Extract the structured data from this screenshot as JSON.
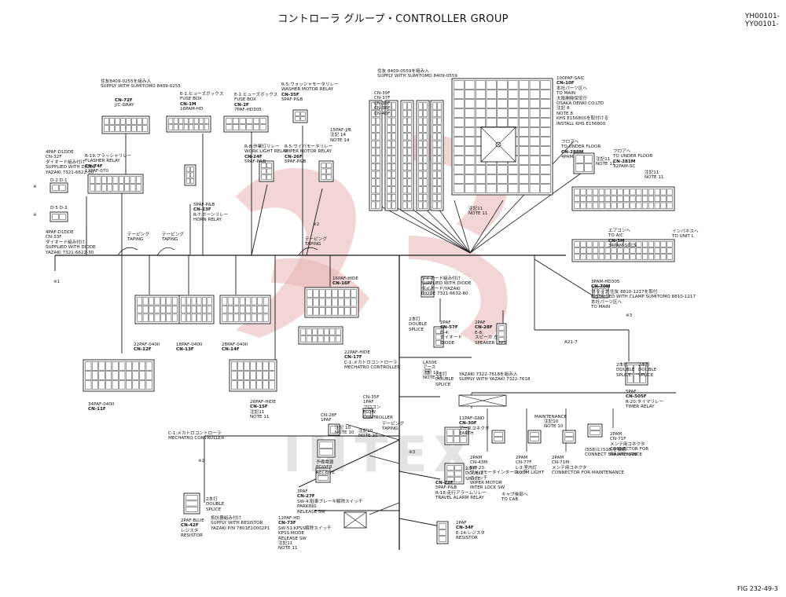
{
  "title": "コントローラ グループ・CONTROLLER GROUP",
  "model_range": [
    "YH00101-",
    "YY00101-"
  ],
  "figure_number": "FIG 232-49-3",
  "accent_colors": {
    "line": "#1a1a1a",
    "watermark": "#e8b5b5",
    "watermark_gray": "#d2d2d2"
  },
  "watermark": {
    "kind": "logo",
    "text": "INTEX"
  },
  "labels": [
    {
      "id": "cn72f",
      "lines": [
        "CN-72F",
        "J/C-GRAY"
      ]
    },
    {
      "id": "cn72f_note",
      "lines": [
        "住友8409-0255を組み入",
        "SUPPLY WITH SUMITOMO 8409-0255"
      ]
    },
    {
      "id": "cn1m",
      "lines": [
        "E-1:ヒューズボックス",
        "FUSE BOX",
        "CN-1M",
        "16PAM-HD"
      ]
    },
    {
      "id": "cn2f",
      "lines": [
        "E-1:ヒューズボックス",
        "FUSE BOX",
        "CN-2F",
        "7PAF-HD305"
      ]
    },
    {
      "id": "cn35f_washer",
      "lines": [
        "R-5:ウォッシャモータリレー",
        "WASHER MOTOR RELAY",
        "CN-35F",
        "5PAF-P&B"
      ]
    },
    {
      "id": "cn74f",
      "lines": [
        "R-19:フラッシャリレー",
        "FLASHER RELAY",
        "CN-74F",
        "12PAF-070"
      ]
    },
    {
      "id": "cn32f",
      "lines": [
        "4PAF-D1DDE",
        "CN-32F",
        "ダイオード組み付け",
        "SUPPLIED WITH DIODE",
        "YAZAKI 7321-6622-30"
      ]
    },
    {
      "id": "cn33f",
      "lines": [
        "4PAF-D1DDE",
        "CN-33F",
        "ダイオード組み付け",
        "SUPPLIED WITH DIODE",
        "YAZAKI 7321-6622-30"
      ]
    },
    {
      "id": "d2",
      "lines": [
        "D-2 D-1"
      ]
    },
    {
      "id": "d5",
      "lines": [
        "D-5 D-3"
      ]
    },
    {
      "id": "note_x_a",
      "lines": [
        "※"
      ]
    },
    {
      "id": "note_x_b",
      "lines": [
        "※"
      ]
    },
    {
      "id": "note_x1",
      "lines": [
        "※1"
      ]
    },
    {
      "id": "cn24f",
      "lines": [
        "R-8:作業灯リレー",
        "WORK LIGHT RELAY",
        "CN-24F",
        "5PAF-P&B"
      ]
    },
    {
      "id": "cn26f",
      "lines": [
        "R-5:ワイパモータリレー",
        "WIPER MOTOR RELAY",
        "CN-26F",
        "5PAF-P&B"
      ]
    },
    {
      "id": "cn23f",
      "lines": [
        "5PAF-P&B",
        "CN-23F",
        "R-7:ホーンリレー",
        "HORN RELAY"
      ]
    },
    {
      "id": "taping1",
      "lines": [
        "テーピング",
        "TAPING"
      ]
    },
    {
      "id": "taping2",
      "lines": [
        "テーピング",
        "TAPING"
      ]
    },
    {
      "id": "cn_block_top",
      "lines": [
        "住友 8409-0559を組み入",
        "SUPPLY WITH SUMITOMO 8409-0559"
      ]
    },
    {
      "id": "cn_cols",
      "lines": [
        "CN-39F",
        "CN-37F",
        "CN-38F",
        "CN-36F",
        "CN-40F"
      ]
    },
    {
      "id": "n15pafjb",
      "lines": [
        "15PAF-J/B",
        "注記 14",
        "NOTE 14"
      ]
    },
    {
      "id": "cn10f",
      "lines": [
        "100PAF-SAIC",
        "CN-10F",
        "本社パーツ区へ",
        "TO MAIN",
        "大阪開発保安庁",
        "OSAKA DENKI CO.LTD",
        "注記 8",
        "NOTE 8",
        "KHS E156800を取付ける",
        "INSTALL KHS E156800"
      ]
    },
    {
      "id": "cn288m",
      "lines": [
        "フロアへ",
        "TO UNDER FLOOR",
        "CN-288M",
        "4PAM"
      ]
    },
    {
      "id": "note11a",
      "lines": [
        "注記11",
        "NOTE 11"
      ]
    },
    {
      "id": "cn281m",
      "lines": [
        "フロアへ",
        "TO UNDER FLOOR",
        "CN-281M",
        "32PAM-SC"
      ]
    },
    {
      "id": "note11b",
      "lines": [
        "注記11",
        "NOTE 11"
      ]
    },
    {
      "id": "cn3m",
      "lines": [
        "エアコンへ",
        "TO A/C",
        "CN-3M",
        "34PAM-SCCS"
      ]
    },
    {
      "id": "to_unit",
      "lines": [
        "インパネスへ",
        "TO UNIT L"
      ]
    },
    {
      "id": "note11c",
      "lines": [
        "注記11",
        "NOTE 11"
      ]
    },
    {
      "id": "note_x2",
      "lines": [
        "※2"
      ]
    },
    {
      "id": "taping3",
      "lines": [
        "テーピング",
        "TAPING"
      ]
    },
    {
      "id": "cn16f",
      "lines": [
        "16PAF-HIDE",
        "CN-16F"
      ]
    },
    {
      "id": "diode_note",
      "lines": [
        "ダイオード組み付け",
        "SUPPLIED WITH DIODE",
        "ダイオード/YAZAKI",
        "DIODE 7321-6632-60"
      ]
    },
    {
      "id": "cn70m",
      "lines": [
        "3PAM-HD305",
        "CN-70M",
        "クリップ 住友 8810-1217を取付",
        "INSTALLED WITH CLAMP SUMITOMO 8810-1217",
        "本社パーツ区へ",
        "TO MAIN"
      ]
    },
    {
      "id": "note_x3a",
      "lines": [
        "※3"
      ]
    },
    {
      "id": "cn12f",
      "lines": [
        "22PAF-040II",
        "CN-12F"
      ]
    },
    {
      "id": "cn13f",
      "lines": [
        "18PAF-040II",
        "CN-13F"
      ]
    },
    {
      "id": "cn14f",
      "lines": [
        "28PAF-040II",
        "CN-14F"
      ]
    },
    {
      "id": "cn17f",
      "lines": [
        "22PAF-HIDE",
        "CN-17F",
        "C-1:メカトロコントローラ",
        "MECHATRO CONTROLLER"
      ]
    },
    {
      "id": "splice2",
      "lines": [
        "2本打",
        "DOUBLE",
        "SPLICE"
      ]
    },
    {
      "id": "cn57f",
      "lines": [
        "2PAF",
        "CN-57F",
        "D-4:",
        "ダイオード",
        "DIODE"
      ]
    },
    {
      "id": "cn28f_spk",
      "lines": [
        "2PAF",
        "CN-28F",
        "E-8:",
        "スピーカ 左",
        "SPEAKER LEFT"
      ]
    },
    {
      "id": "a21",
      "lines": [
        "A21-7"
      ]
    },
    {
      "id": "cn11f",
      "lines": [
        "34PAF-040II",
        "CN-11F"
      ]
    },
    {
      "id": "cn15f",
      "lines": [
        "26PAF-HIDE",
        "CN-15F",
        "注記11",
        "NOTE 11"
      ]
    },
    {
      "id": "lasde",
      "lines": [
        "LA506",
        "アース",
        "注記 13",
        "NOTE 13"
      ]
    },
    {
      "id": "splice_b",
      "lines": [
        "2本打",
        "DOUBLE",
        "SPLICE"
      ]
    },
    {
      "id": "yazaki_block",
      "lines": [
        "YAZAKI 7322-7618を組み入",
        "SUPPLY WITH YAZAKI 7322-7618"
      ]
    },
    {
      "id": "cn505f",
      "lines": [
        "5PAF",
        "CN-505F",
        "R-20:タイマリレー",
        "TIMER RELAY"
      ]
    },
    {
      "id": "splice_c",
      "lines": [
        "2本打",
        "DOUBLE",
        "SPLICE"
      ]
    },
    {
      "id": "splice_d",
      "lines": [
        "2本打",
        "DOUBLE",
        "SPLICE"
      ]
    },
    {
      "id": "c1_main",
      "lines": [
        "C-1:メカトロコントローラ",
        "MECHATRO CONTROLLER"
      ]
    },
    {
      "id": "cn35f_flow",
      "lines": [
        "CN-35F",
        "1PAF",
        "フロコン",
        "FLOW",
        "CONTROLLER"
      ]
    },
    {
      "id": "cn28f_power",
      "lines": [
        "CN-28F",
        "1PAF"
      ]
    },
    {
      "id": "note10a",
      "lines": [
        "注記 10",
        "NOTE 10"
      ]
    },
    {
      "id": "note10b",
      "lines": [
        "注記10",
        "NOTE 10"
      ]
    },
    {
      "id": "taping4",
      "lines": [
        "テーピング",
        "TAPING"
      ]
    },
    {
      "id": "power_recv",
      "lines": [
        "予備電源",
        "POWER",
        "RECEIVE"
      ]
    },
    {
      "id": "cn30f",
      "lines": [
        "11PAF-GND",
        "CN-30F",
        "アースコネクタ",
        "EARTH"
      ]
    },
    {
      "id": "note10c",
      "lines": [
        "注記10",
        "NOTE 10"
      ]
    },
    {
      "id": "cn71f",
      "lines": [
        "2PAM",
        "CN-71F",
        "メンテ用コネクタ",
        "CONNECTOR FOR",
        "MAINTENANCE"
      ]
    },
    {
      "id": "maint_lbl",
      "lines": [
        "MAINTENANCE"
      ]
    },
    {
      "id": "cn43m",
      "lines": [
        "2PAM",
        "CN-43M",
        "SW-23:",
        "ワイパモータインターロック",
        "スイッチ",
        "WIPER MOTOR",
        "INTER LOCK SW"
      ]
    },
    {
      "id": "cn77f",
      "lines": [
        "2PAM",
        "CN-77F",
        "L-3:室内灯",
        "ROOM LIGHT"
      ]
    },
    {
      "id": "cn71m",
      "lines": [
        "2PAM",
        "CN-71M",
        "メンテ用コネクタ",
        "CONNECTOR FOR MAINTENANCE"
      ]
    },
    {
      "id": "connect558",
      "lines": [
        "(558)と(518)を接続",
        "CONNECT 558 AND 518"
      ]
    },
    {
      "id": "note_x3b",
      "lines": [
        "※3"
      ]
    },
    {
      "id": "cn22f",
      "lines": [
        "CN-22F",
        "5PAF-P&B",
        "R-18:走行アラームリレー",
        "TRAVEL ALARM RELAY"
      ]
    },
    {
      "id": "splice_e",
      "lines": [
        "2本打",
        "DOUBLE",
        "SPLICE"
      ]
    },
    {
      "id": "to_cab",
      "lines": [
        "キャブ後部へ",
        "TO CAB"
      ]
    },
    {
      "id": "cn27f",
      "lines": [
        "3PAF",
        "CN-27F",
        "SW-4:駐車ブレーキ解除スイッチ",
        "PARKING",
        "RELEASE SW"
      ]
    },
    {
      "id": "note_x2b",
      "lines": [
        "※2"
      ]
    },
    {
      "id": "cn42f",
      "lines": [
        "2PAF-BLUE",
        "CN-42F",
        "レジスタ",
        "RESISTOR"
      ]
    },
    {
      "id": "resistor_note",
      "lines": [
        "抵抗器組み付け",
        "SUPPLY WITH RESISTOR",
        "YAZAKI P/N 7801E10002P1"
      ]
    },
    {
      "id": "splice_f",
      "lines": [
        "2本打",
        "DOUBLE",
        "SPLICE"
      ]
    },
    {
      "id": "cn73f",
      "lines": [
        "12PAF-HD",
        "CN-73F",
        "SW-51:KPSS解除スイッチ",
        "KPSS MODE",
        "RELEASE SW",
        "注記11",
        "NOTE 11"
      ]
    },
    {
      "id": "cn34f",
      "lines": [
        "2PAF",
        "CN-34F",
        "E-14:レジスタ",
        "RESISTOR"
      ]
    }
  ]
}
